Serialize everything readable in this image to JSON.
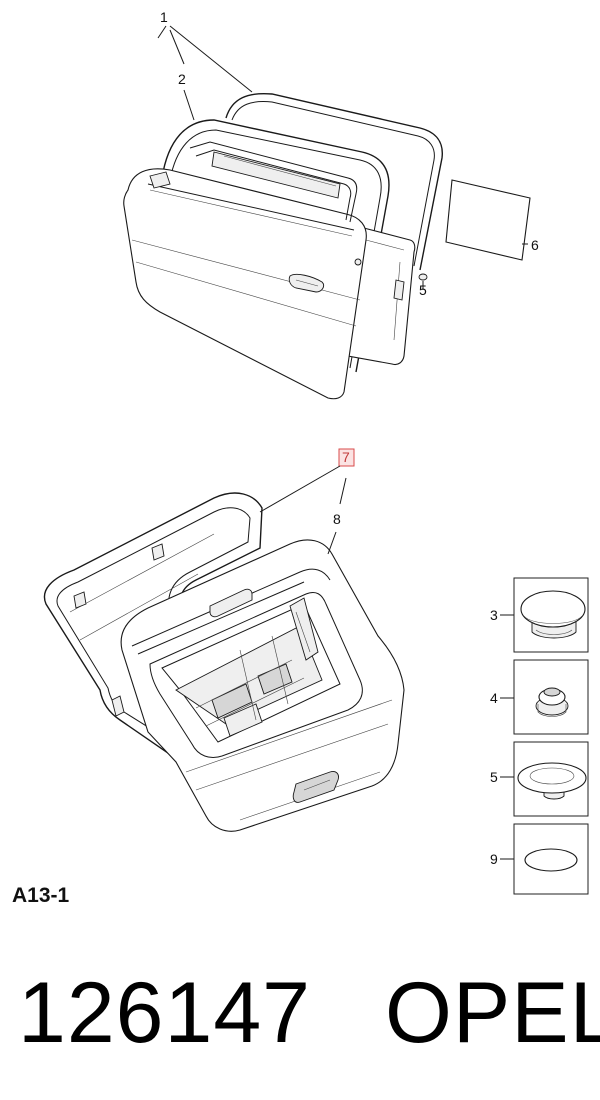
{
  "diagram": {
    "code": "A13-1",
    "callouts": {
      "c1": "1",
      "c2": "2",
      "c3": "3",
      "c4": "4",
      "c5a": "5",
      "c5b": "5",
      "c6": "6",
      "c7": "7",
      "c8": "8",
      "c9": "9"
    },
    "highlight_color": "#d84b4b"
  },
  "footer": {
    "part_number": "126147",
    "brand": "OPEL"
  }
}
